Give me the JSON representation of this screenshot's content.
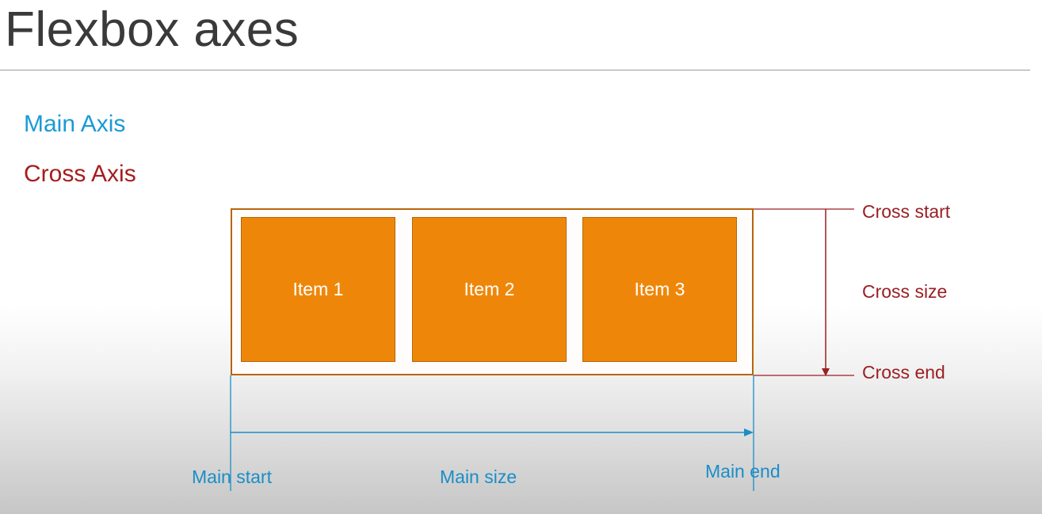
{
  "slide": {
    "title": "Flexbox axes"
  },
  "legend": {
    "main_axis": "Main Axis",
    "cross_axis": "Cross Axis"
  },
  "items": [
    {
      "label": "Item 1"
    },
    {
      "label": "Item 2"
    },
    {
      "label": "Item 3"
    }
  ],
  "cross_labels": {
    "start": "Cross start",
    "size": "Cross size",
    "end": "Cross end"
  },
  "main_labels": {
    "start": "Main start",
    "size": "Main size",
    "end": "Main end"
  },
  "colors": {
    "main_axis": "#1a9ad6",
    "cross_axis": "#a51d1d",
    "item_fill": "#ee8709",
    "container_border": "#b8650a"
  }
}
